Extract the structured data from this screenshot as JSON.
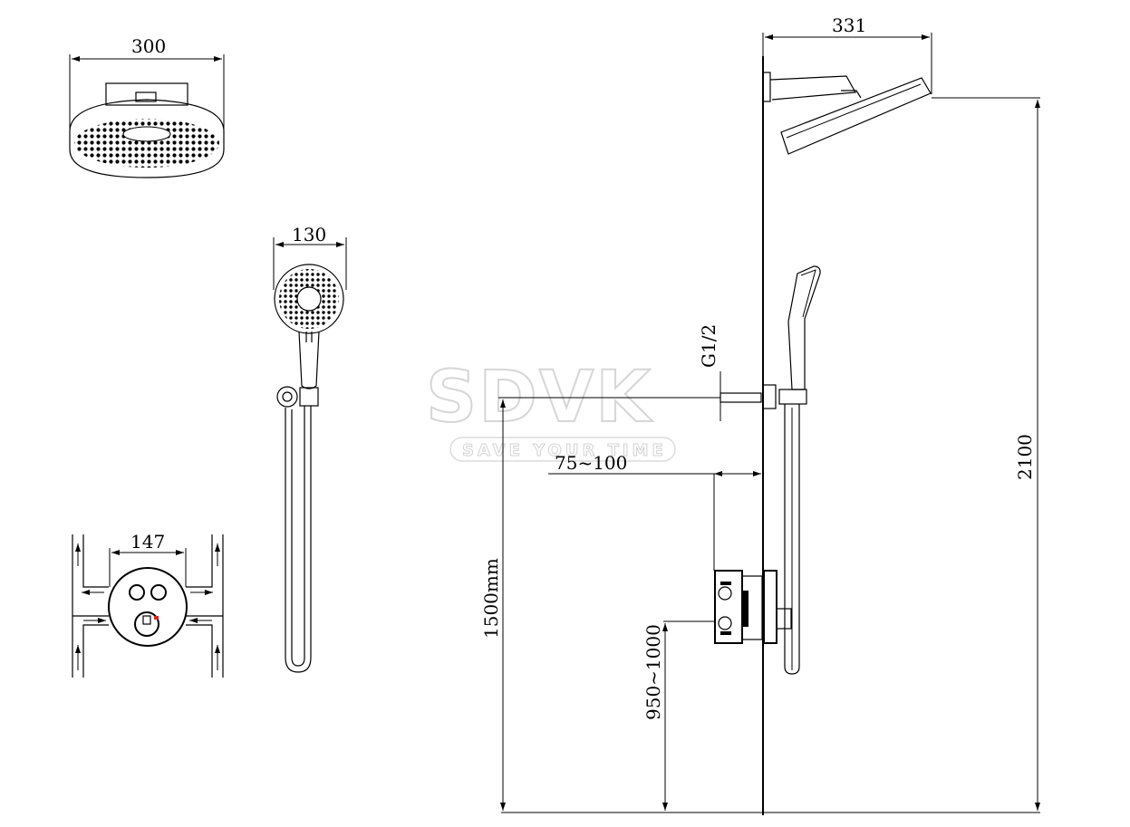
{
  "watermark": {
    "brand": "SDVK",
    "slogan": "SAVE YOUR TIME"
  },
  "dimensions": {
    "rain_shower_width": "300",
    "hand_shower_width": "130",
    "valve_width": "147",
    "arm_projection": "331",
    "thread_size": "G1/2",
    "wall_depth": "75~100",
    "total_height": "2100",
    "handshower_outlet_height": "1500mm",
    "valve_height": "950~1000"
  }
}
